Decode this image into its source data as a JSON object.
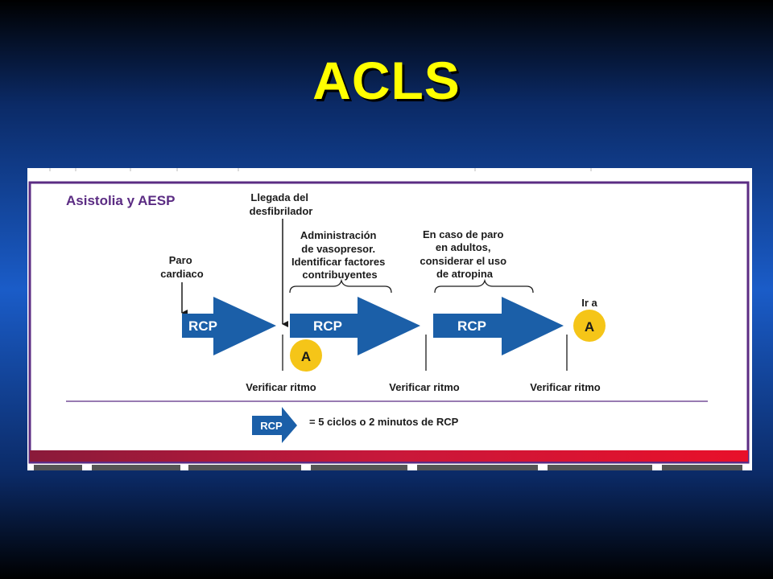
{
  "slide": {
    "title": "ACLS"
  },
  "diagram": {
    "heading": "Asistolia y AESP",
    "onset_label": [
      "Paro",
      "cardiaco"
    ],
    "defib_label": [
      "Llegada del",
      "desfibrilador"
    ],
    "phase2_note": [
      "Administración",
      "de vasopresor.",
      "Identificar factores",
      "contribuyentes"
    ],
    "phase3_note": [
      "En caso de paro",
      "en adultos,",
      "considerar el uso",
      "de atropina"
    ],
    "arrow_label": "RCP",
    "badge_label": "A",
    "goto_label": "Ir a",
    "check_label": "Verificar ritmo",
    "legend_label": "RCP",
    "legend_text": "= 5 ciclos o 2 minutos de RCP",
    "colors": {
      "arrow": "#1b5fa8",
      "badge": "#f5c518",
      "frame": "#5b2c83",
      "strip": "#e0102c"
    }
  }
}
